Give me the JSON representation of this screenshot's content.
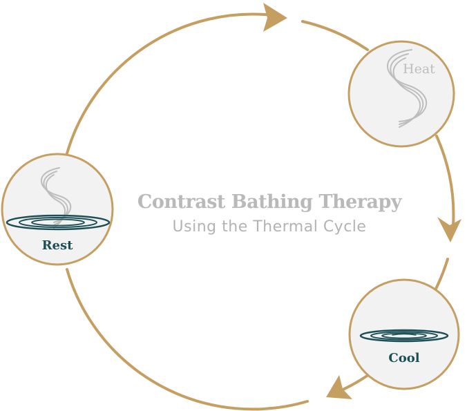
{
  "title": "Contrast Bathing Therapy",
  "subtitle": "Using the Thermal Cycle",
  "nodes": {
    "heat": {
      "label": "Heat"
    },
    "cool": {
      "label": "Cool"
    },
    "rest": {
      "label": "Rest"
    }
  },
  "icons": {
    "heat": "steam-icon",
    "cool": "water-ripple-icon",
    "rest": "steam-ripple-icon"
  },
  "colors": {
    "ring": "#c59f62",
    "node_fill": "#f2f2f2",
    "steam": "#bdbdbd",
    "water": "#1c4f55",
    "heat_label": "#bdbdbd",
    "dark_label": "#1c4f55",
    "title": "#b9b9b9",
    "subtitle": "#b3b3b3"
  }
}
